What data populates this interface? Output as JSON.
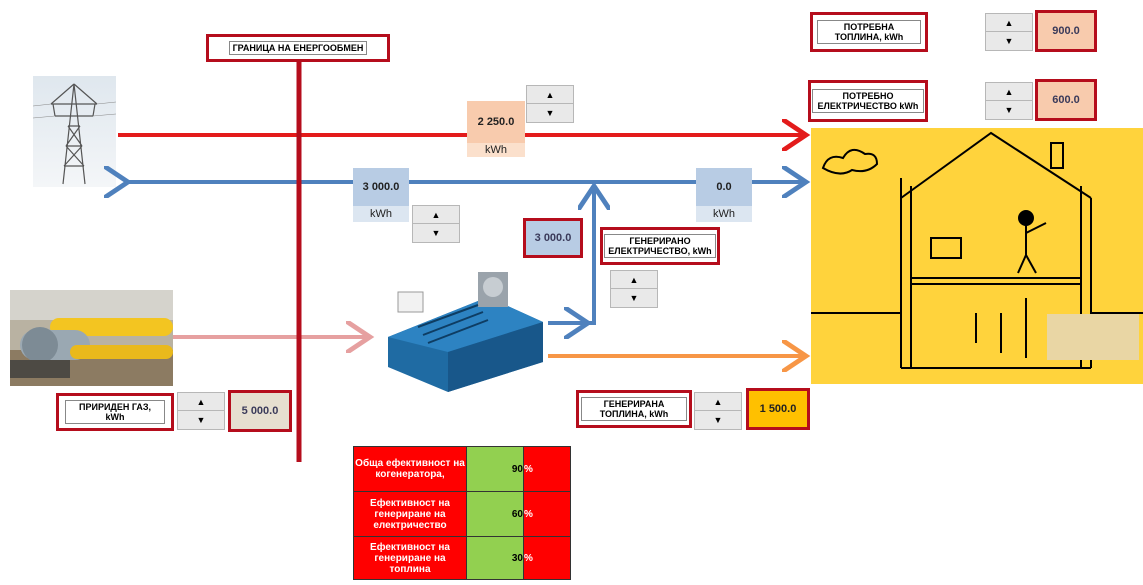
{
  "boundary_label": "ГРАНИЦА НА ЕНЕРГООБМЕН",
  "heat_required": {
    "label": "ПОТРЕБНА ТОПЛИНА, kWh",
    "value": "900.0"
  },
  "electricity_required": {
    "label": "ПОТРЕБНО ЕЛЕКТРИЧЕСТВО kWh",
    "value": "600.0"
  },
  "grid_supply": {
    "value": "2 250.0",
    "unit": "kWh"
  },
  "grid_export": {
    "value": "3 000.0",
    "unit": "kWh"
  },
  "to_house_electricity": {
    "value": "0.0",
    "unit": "kWh"
  },
  "generated_electricity": {
    "label": "ГЕНЕРИРАНО ЕЛЕКТРИЧЕСТВО, kWh",
    "value": "3 000.0"
  },
  "natural_gas": {
    "label": "ПРИРИДЕН ГАЗ, kWh",
    "value": "5 000.0"
  },
  "generated_heat": {
    "label": "ГЕНЕРИРАНА ТОПЛИНА, kWh",
    "value": "1 500.0"
  },
  "spinner": {
    "up": "▲",
    "down": "▼"
  },
  "efficiency_table": [
    {
      "label": "Обща ефективност на когенератора,",
      "value": "90",
      "unit": "%"
    },
    {
      "label": "Ефективност на генериране на електричество",
      "value": "60",
      "unit": "%"
    },
    {
      "label": "Ефективност на генериране на топлина",
      "value": "30",
      "unit": "%"
    }
  ],
  "colors": {
    "red_line": "#e31b1b",
    "blue_line": "#4f81bd",
    "gas_line": "#e6a0a0",
    "heat_line": "#f79646",
    "frame": "#b50d1c",
    "house_bg": "#ffd33c"
  },
  "icons": [
    "power-pylon-image",
    "gas-pipeline-image",
    "generator-image",
    "house-diagram-image"
  ]
}
